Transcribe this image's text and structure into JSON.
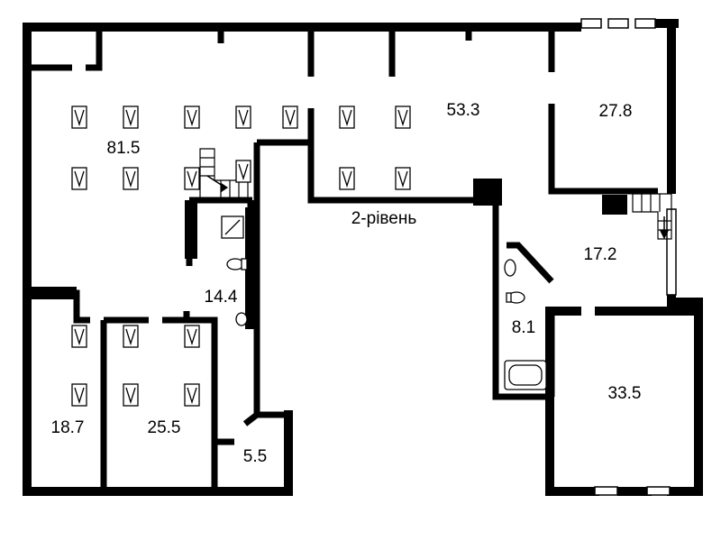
{
  "floor_plan": {
    "level_label": "2-рівень",
    "rooms": [
      {
        "id": "hall-main",
        "area": "81.5"
      },
      {
        "id": "hall-upper",
        "area": "53.3"
      },
      {
        "id": "room-ne",
        "area": "27.8"
      },
      {
        "id": "lobby-e",
        "area": "17.2"
      },
      {
        "id": "wc-w",
        "area": "14.4"
      },
      {
        "id": "bath-e",
        "area": "8.1"
      },
      {
        "id": "room-se",
        "area": "33.5"
      },
      {
        "id": "room-sw1",
        "area": "18.7"
      },
      {
        "id": "room-sw2",
        "area": "25.5"
      },
      {
        "id": "store",
        "area": "5.5"
      }
    ]
  },
  "colors": {
    "wall": "#000000",
    "background": "#ffffff"
  }
}
